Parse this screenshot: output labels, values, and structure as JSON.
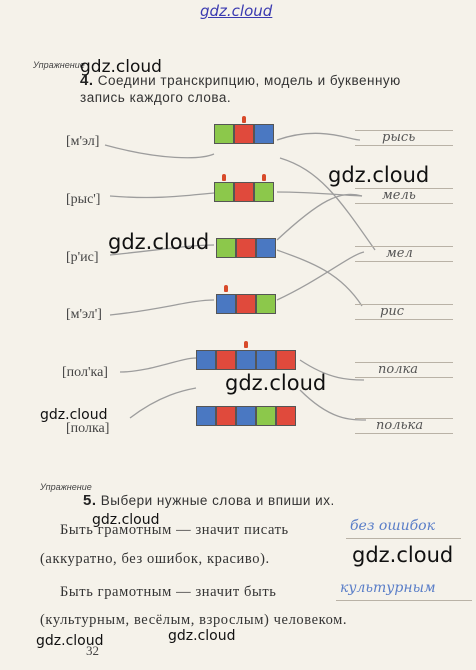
{
  "watermarks": [
    "gdz.cloud",
    "gdz.cloud",
    "gdz.cloud",
    "gdz.cloud",
    "gdz.cloud",
    "gdz.cloud",
    "gdz.cloud",
    "gdz.cloud",
    "gdz.cloud",
    "gdz.cloud"
  ],
  "ex4": {
    "label": "Упражнение",
    "number": "4.",
    "text_line1": "Соедини транскрипцию, модель и буквенную",
    "text_line2": "запись каждого слова.",
    "transcriptions": [
      "[м'эл]",
      "[рыс']",
      "[р'ис]",
      "[м'эл']",
      "[пол'ка]",
      "[полка]"
    ],
    "answers": [
      "рысь",
      "мель",
      "мел",
      "рис",
      "полка",
      "полька"
    ]
  },
  "ex5": {
    "label": "Упражнение",
    "number": "5.",
    "title": "Выбери нужные слова и впиши их.",
    "s1_start": "Быть грамотным — значит писать",
    "s1_answer": "без ошибок",
    "s1_options": "(аккуратно, без ошибок, красиво).",
    "s2_start": "Быть грамотным — значит быть",
    "s2_answer": "культурным",
    "s2_options": "(культурным, весёлым, взрослым) человеком."
  },
  "page_number": "32"
}
